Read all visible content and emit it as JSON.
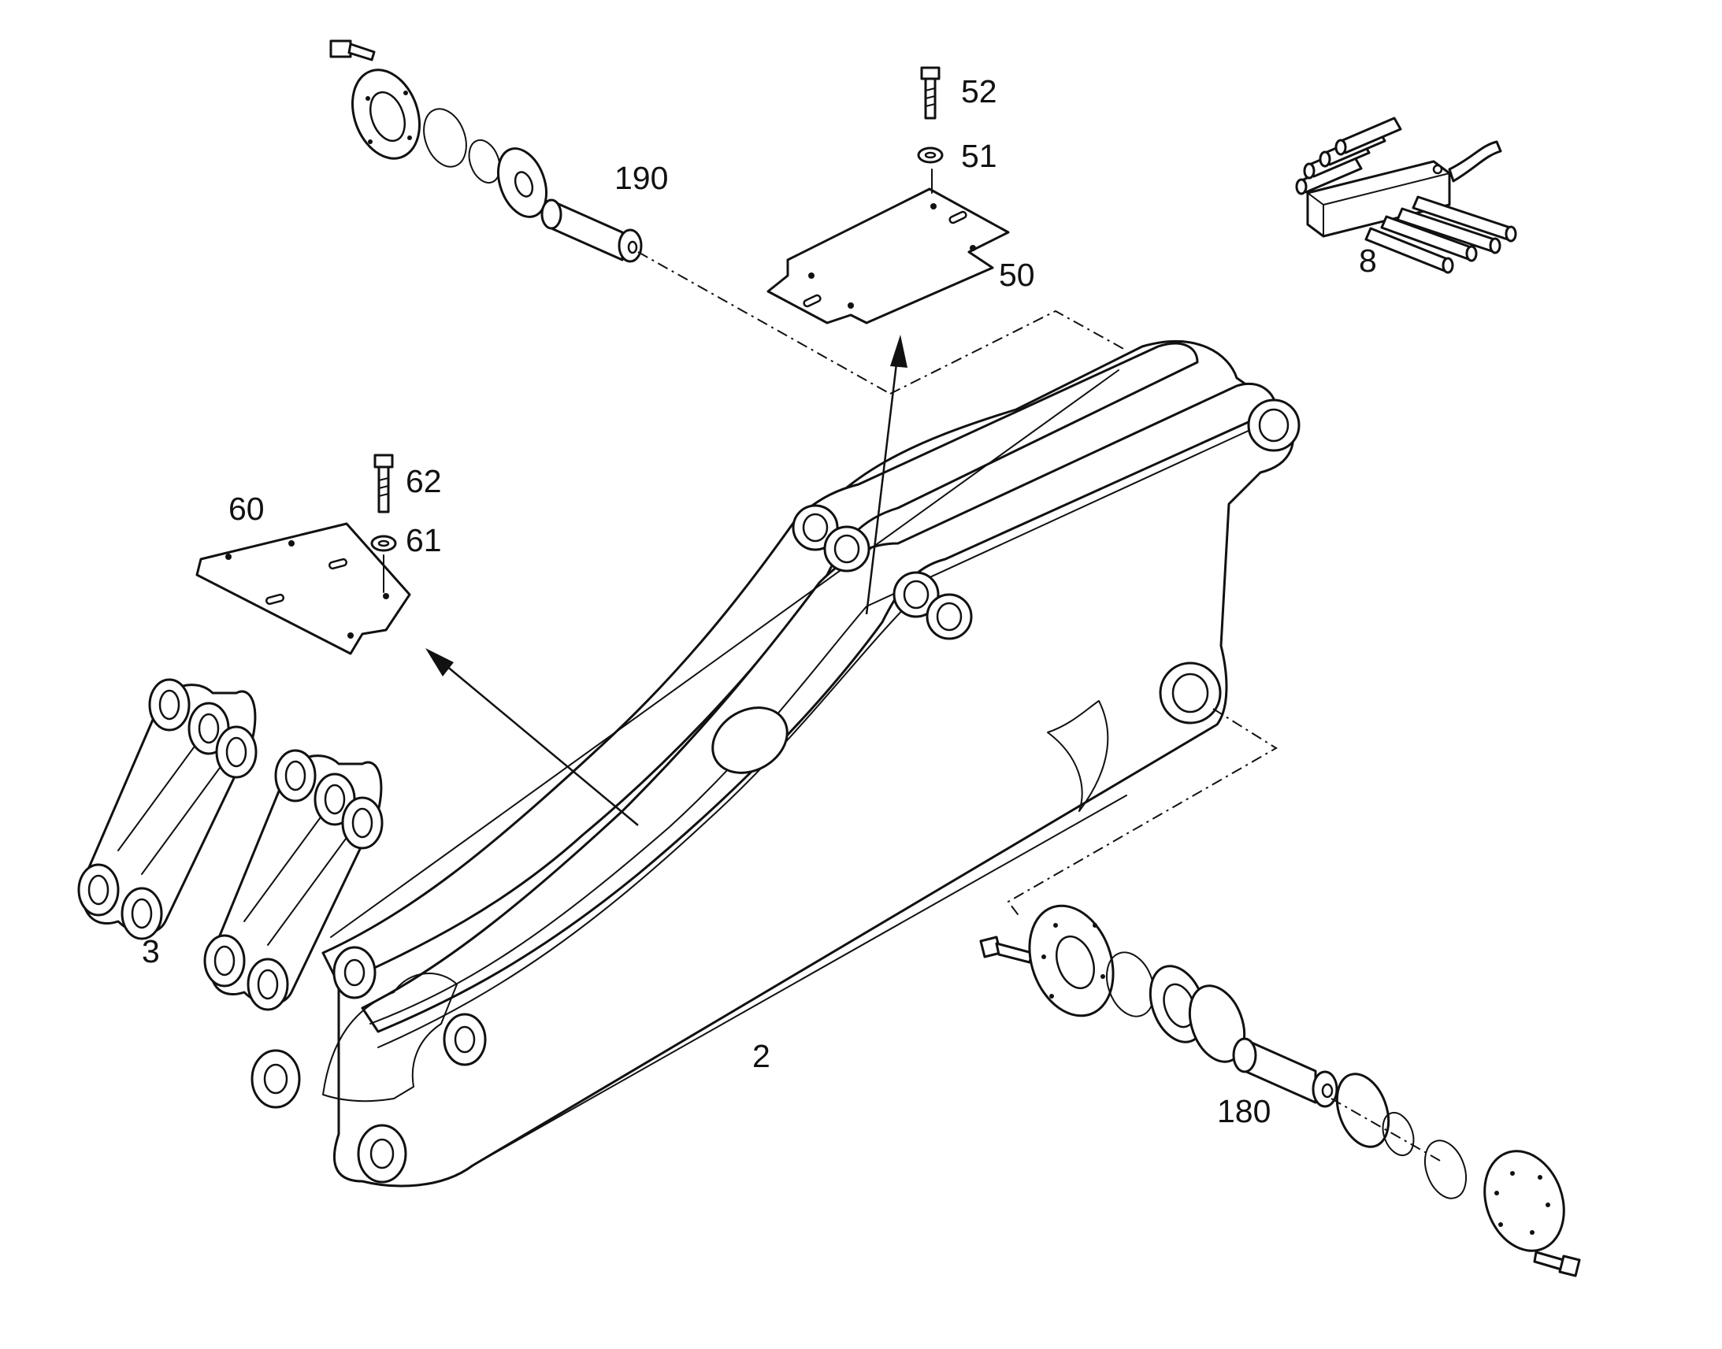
{
  "labels": {
    "p2": "2",
    "p3": "3",
    "p8": "8",
    "p50": "50",
    "p51": "51",
    "p52": "52",
    "p60": "60",
    "p61": "61",
    "p62": "62",
    "p180": "180",
    "p190": "190"
  }
}
